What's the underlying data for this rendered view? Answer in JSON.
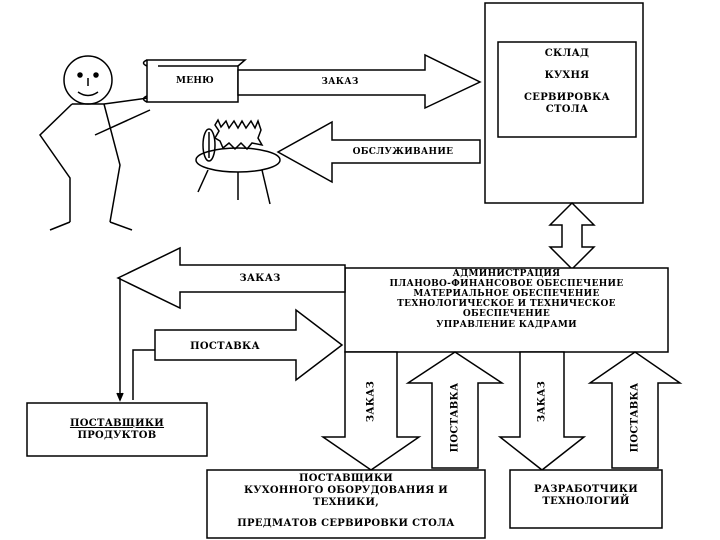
{
  "menu_label": "МЕНЮ",
  "order_top_label": "ЗАКАЗ",
  "service_label": "ОБСЛУЖИВАНИЕ",
  "warehouse": {
    "line1": "СКЛАД",
    "line2": "КУХНЯ",
    "line3": "СЕРВИРОВКА",
    "line4": "СТОЛА"
  },
  "administration": {
    "line1": "АДМИНИСТРАЦИЯ",
    "line2": "ПЛАНОВО-ФИНАНСОВОЕ ОБЕСПЕЧЕНИЕ",
    "line3": "МАТЕРИАЛЬНОЕ ОБЕСПЕЧЕНИЕ",
    "line4": "ТЕХНОЛОГИЧЕСКОЕ И ТЕХНИЧЕСКОЕ",
    "line5": "ОБЕСПЕЧЕНИЕ",
    "line6": "УПРАВЛЕНИЕ КАДРАМИ"
  },
  "order_left_label": "ЗАКАЗ",
  "delivery_left_label": "ПОСТАВКА",
  "food_suppliers": {
    "line1": "ПОСТАВЩИКИ",
    "line2": "ПРОДУКТОВ"
  },
  "equipment_suppliers": {
    "line1": "ПОСТАВЩИКИ",
    "line2": "КУХОННОГО ОБОРУДОВАНИЯ И",
    "line3": "ТЕХНИКИ,",
    "line4": "ПРЕДМАТОВ СЕРВИРОВКИ СТОЛА"
  },
  "tech_developers": {
    "line1": "РАЗРАБОТЧИКИ",
    "line2": "ТЕХНОЛОГИЙ"
  },
  "vertical_labels": {
    "order_1": "ЗАКАЗ",
    "delivery_1": "ПОСТАВКА",
    "order_2": "ЗАКАЗ",
    "delivery_2": "ПОСТАВКА"
  }
}
